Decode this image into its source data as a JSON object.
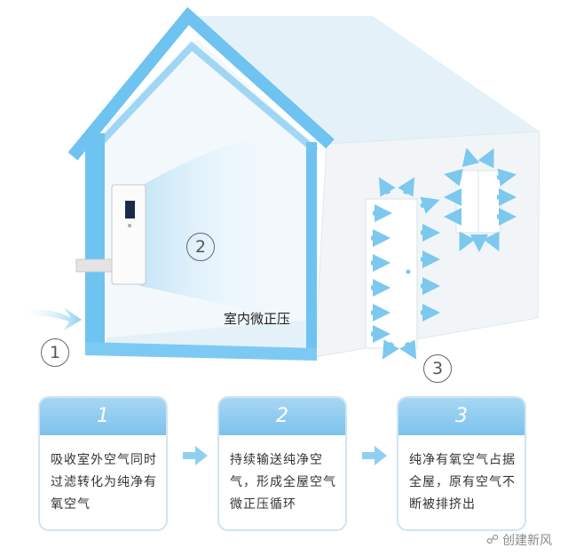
{
  "circle_labels": {
    "c1": "1",
    "c2": "2",
    "c3": "3"
  },
  "indoor_label": "室内微正压",
  "steps": [
    {
      "num": "1",
      "text": "吸收室外空气同时过滤转化为纯净有氧空气"
    },
    {
      "num": "2",
      "text": "持续输送纯净空气，形成全屋空气微正压循环"
    },
    {
      "num": "3",
      "text": "纯净有氧空气占据全屋，原有空气不断被排挤出"
    }
  ],
  "brand": "创建新风",
  "colors": {
    "house_blue": "#6ec3f0",
    "wall_light": "#eef6fb",
    "card_head": "#8fcdf1",
    "arrow_blue": "#7cc8ee"
  }
}
